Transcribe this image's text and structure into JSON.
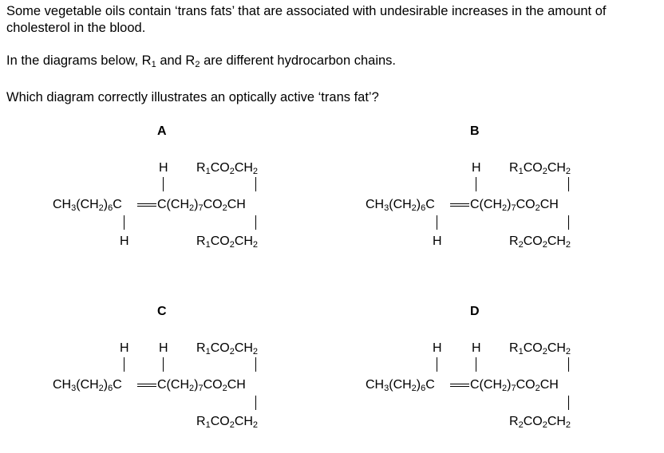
{
  "question": {
    "intro": "Some vegetable oils contain ‘trans fats’ that are associated with undesirable increases in the amount of cholesterol in the blood.",
    "diagrams_note_pre": "In the diagrams below, R",
    "diagrams_note_sub1": "1",
    "diagrams_note_mid": " and R",
    "diagrams_note_sub2": "2",
    "diagrams_note_post": " are different hydrocarbon chains.",
    "prompt": "Which diagram correctly illustrates an optically active ‘trans fat’?"
  },
  "options": [
    {
      "label": "A",
      "upper_sub": "1",
      "lower_sub": "1"
    },
    {
      "label": "B",
      "upper_sub": "1",
      "lower_sub": "2"
    },
    {
      "label": "C",
      "upper_sub": "1",
      "lower_sub": "1"
    },
    {
      "label": "D",
      "upper_sub": "1",
      "lower_sub": "2"
    }
  ],
  "chem": {
    "H": "H",
    "R": "R",
    "CO": "CO",
    "CH": "CH",
    "C": "C",
    "two": "2",
    "three": "3",
    "six": "6",
    "seven": "7",
    "left_chain_a": "CH",
    "left_chain_b": "(CH",
    "left_chain_c": ")",
    "right_chain_a": "C(CH",
    "right_chain_b": ")",
    "right_chain_c": "CO"
  }
}
